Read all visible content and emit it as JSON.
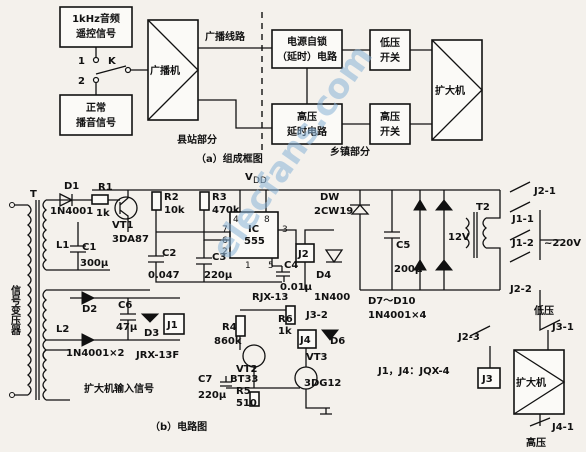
{
  "block": {
    "rc_signal": [
      "1kHz音频",
      "遥控信号"
    ],
    "normal_signal": [
      "正常",
      "播音信号"
    ],
    "switch_1": "1",
    "switch_2": "2",
    "switch_k": "K",
    "broadcaster": "广播机",
    "line_label": "广播线路",
    "power_lock": [
      "电源自锁",
      "（延时）电路"
    ],
    "hv_delay": [
      "高压",
      "延时电路"
    ],
    "lv_switch": [
      "低压",
      "开关"
    ],
    "hv_switch": [
      "高压",
      "开关"
    ],
    "amplifier": "扩大机",
    "county_part": "县站部分",
    "town_part": "乡镇部分",
    "caption_a": "（a）组成框图"
  },
  "circuit": {
    "vdd": "V",
    "vdd_sub": "DD",
    "t1": "T",
    "t1_sub": "1",
    "signal_transformer": "信号变压器",
    "d1": "D1",
    "d1_part": "1N4001",
    "r1": "R1",
    "r1_val": "1k",
    "vt1": "VT1",
    "vt1_part": "3DA87",
    "l1": "L1",
    "c1": "C1",
    "c1_val": "300μ",
    "r2": "R2",
    "r2_val": "10k",
    "r3": "R3",
    "r3_val": "470k",
    "c2": "C2",
    "c2_val": "0.047",
    "c3": "C3",
    "c3_val": "220μ",
    "ic": "IC",
    "ic_part": "555",
    "pins": [
      "4",
      "8",
      "7",
      "6",
      "2",
      "1",
      "5",
      "3"
    ],
    "c4": "C4",
    "c4_val": "0.01μ",
    "j2": "J2",
    "d4": "D4",
    "d4_part": "1N400",
    "rjx": "RJX-13",
    "dw": "DW",
    "dw_part": "2CW19",
    "c5": "C5",
    "c5_val": "200μ",
    "v12": "12V",
    "t2": "T2",
    "d7_d10": "D7～D10",
    "d7_part": "1N4001×4",
    "j2_1": "J2-1",
    "j1_1": "J1-1",
    "j1_2": "J1-2",
    "j2_2": "J2-2",
    "v220": "~220V",
    "l2": "L2",
    "d2": "D2",
    "d2_part": "1N4001×2",
    "c6": "C6",
    "c6_val": "47μ",
    "d3": "D3",
    "j1": "J1",
    "jrx": "JRX-13F",
    "amp_input": "扩大机输入信号",
    "r4": "R4",
    "r4_val": "860k",
    "vt2": "VT2",
    "vt2_part": "BT33",
    "c7": "C7",
    "c7_val": "220μ",
    "r5": "R5",
    "r5_val": "510",
    "r6": "R6",
    "r6_val": "1k",
    "j3_2": "J3-2",
    "j4": "J4",
    "d6": "D6",
    "vt3": "VT3",
    "vt3_part": "3DG12",
    "relay_note": "J1，J4：JQX-4",
    "lv_label": "低压",
    "j3_1": "J3-1",
    "j2_3": "J2-3",
    "j3": "J3",
    "amplifier": "扩大机",
    "j4_1": "J4-1",
    "hv_label": "高压",
    "caption_b": "（b）电路图"
  },
  "watermark": "elecfans.com"
}
